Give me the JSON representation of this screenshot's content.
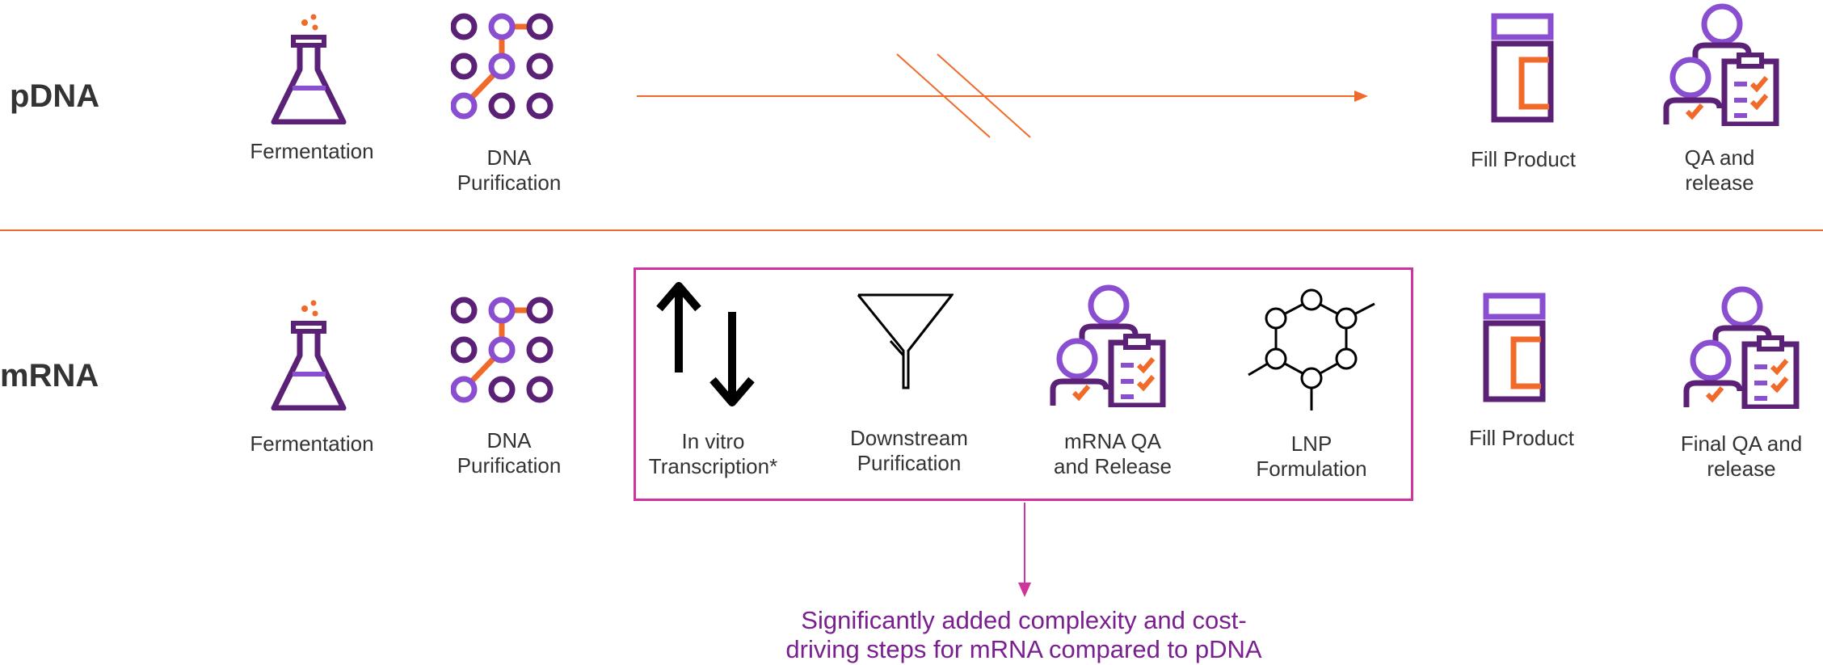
{
  "rows": {
    "pdna": {
      "title": "pDNA",
      "steps": [
        {
          "label": "Fermentation",
          "icon": "flask-icon"
        },
        {
          "label_lines": [
            "DNA",
            "Purification"
          ],
          "icon": "dna-grid-icon"
        },
        {
          "label": "Fill Product",
          "icon": "vial-icon"
        },
        {
          "label_lines": [
            "QA and",
            "release"
          ],
          "icon": "qa-people-icon"
        }
      ]
    },
    "mrna": {
      "title": "mRNA",
      "steps": [
        {
          "label": "Fermentation",
          "icon": "flask-icon"
        },
        {
          "label_lines": [
            "DNA",
            "Purification"
          ],
          "icon": "dna-grid-icon"
        },
        {
          "label_lines": [
            "In vitro",
            "Transcription*"
          ],
          "icon": "up-down-arrows-icon"
        },
        {
          "label_lines": [
            "Downstream",
            "Purification"
          ],
          "icon": "funnel-icon"
        },
        {
          "label_lines": [
            "mRNA QA",
            "and Release"
          ],
          "icon": "qa-people-icon"
        },
        {
          "label_lines": [
            "LNP",
            "Formulation"
          ],
          "icon": "molecule-icon"
        },
        {
          "label": "Fill Product",
          "icon": "vial-icon"
        },
        {
          "label_lines": [
            "Final QA and",
            "release"
          ],
          "icon": "qa-people-icon"
        }
      ]
    }
  },
  "callout": {
    "lines": [
      "Significantly added complexity and cost-",
      "driving steps for mRNA compared to pDNA"
    ]
  },
  "colors": {
    "dark_purple": "#5b2176",
    "light_purple": "#8a4fd1",
    "orange": "#f06a2a",
    "magenta": "#d0339b",
    "callout_text": "#7a1f8f"
  }
}
